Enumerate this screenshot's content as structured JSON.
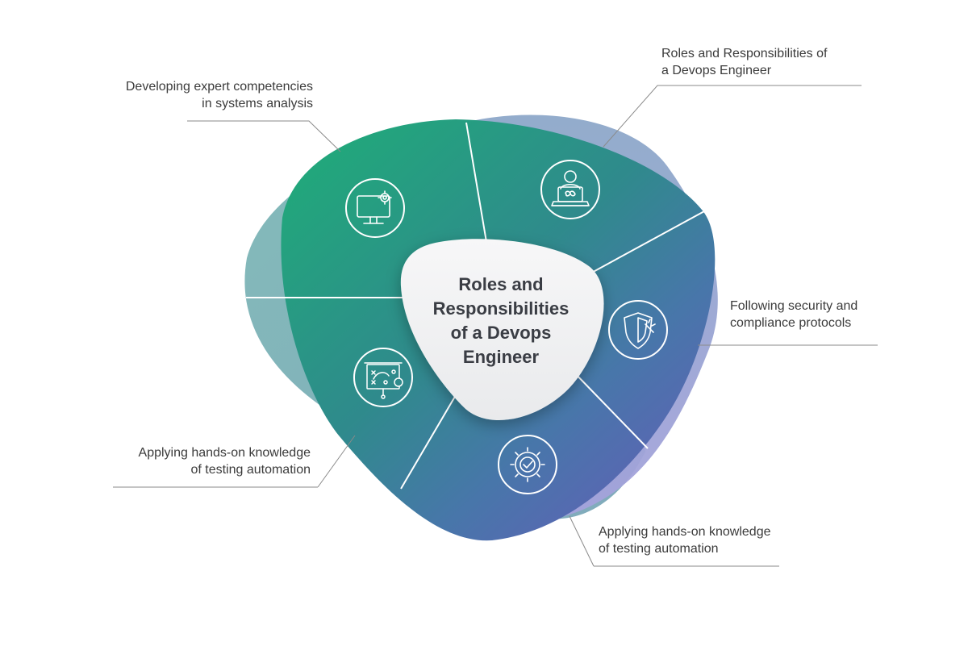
{
  "center_title": [
    "Roles and",
    "Responsibilities",
    "of a Devops",
    "Engineer"
  ],
  "segments": [
    {
      "label": [
        "Developing expert competencies",
        "in systems analysis"
      ],
      "icon": "monitor-gear-icon"
    },
    {
      "label": [
        "Roles and Responsibilities of",
        "a Devops Engineer"
      ],
      "icon": "devops-engineer-laptop-icon"
    },
    {
      "label": [
        "Following security and",
        "compliance protocols"
      ],
      "icon": "security-shield-icon"
    },
    {
      "label": [
        "Applying hands-on knowledge",
        "of testing automation"
      ],
      "icon": "gear-check-icon"
    },
    {
      "label": [
        "Applying hands-on knowledge",
        "of testing automation"
      ],
      "icon": "strategy-board-icon"
    }
  ],
  "colors": {
    "green": "#24a07a",
    "teal": "#2f8a8c",
    "blue": "#4a78a8",
    "indigo": "#5d67b3",
    "back_teal": "#7fb5b8",
    "back_lavender": "#a6a3d8",
    "text": "#3b3b3b",
    "leader_line": "#8a8a8a"
  }
}
